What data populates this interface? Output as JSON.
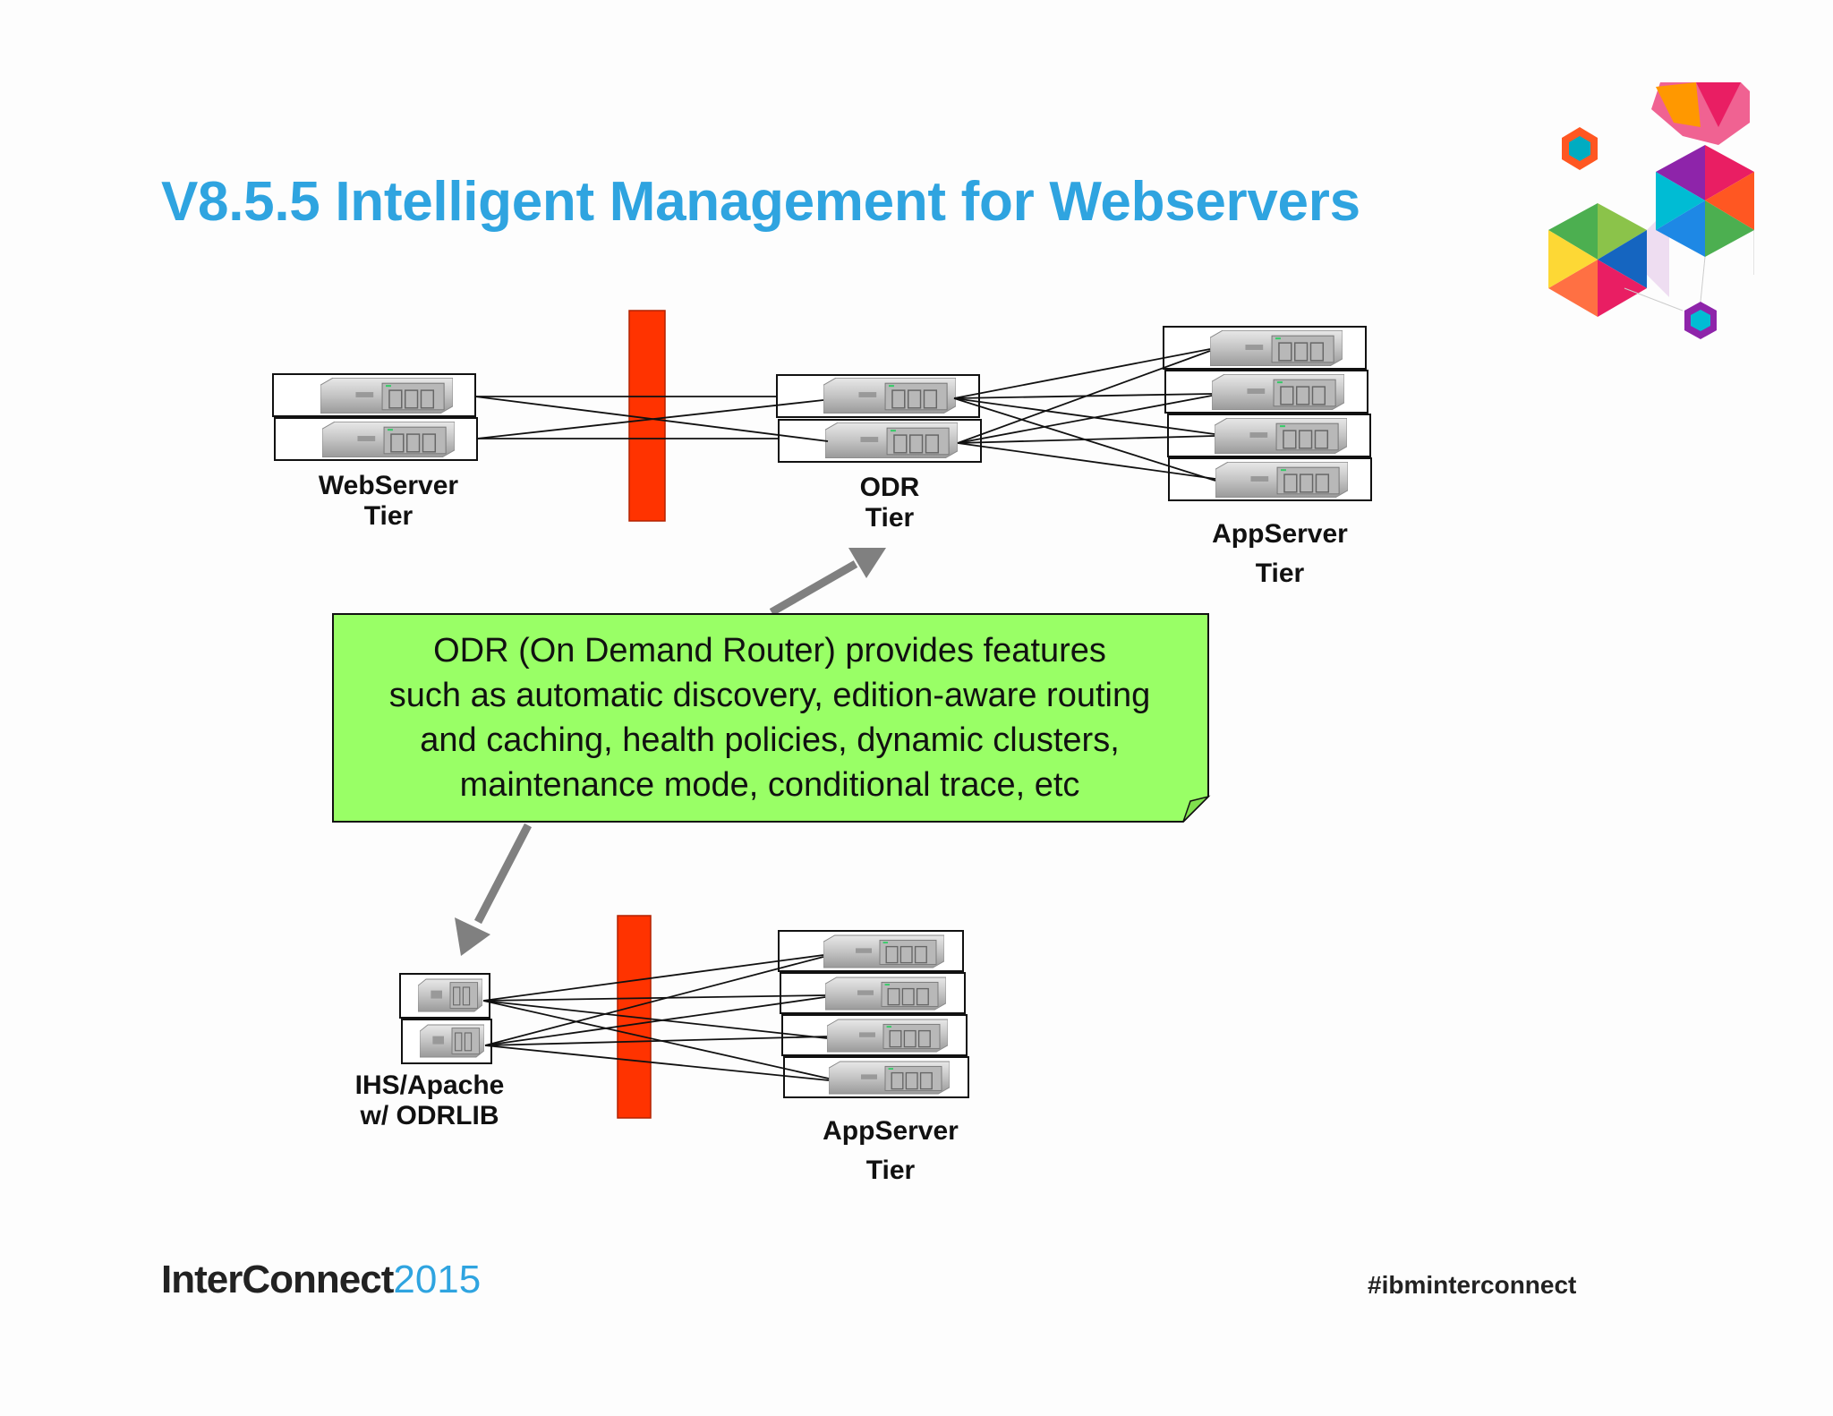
{
  "title": "V8.5.5 Intelligent Management for Webservers",
  "diagram": {
    "top": {
      "webserver_tier": "WebServer\nTier",
      "odr_tier": "ODR\nTier",
      "appserver_tier": "AppServer\nTier"
    },
    "bottom": {
      "ihs_tier": "IHS/Apache\nw/ ODRLIB",
      "appserver_tier": "AppServer\nTier"
    },
    "callout": "ODR (On Demand Router) provides features\nsuch as automatic discovery, edition-aware routing\nand caching, health policies, dynamic clusters,\nmaintenance mode, conditional trace, etc",
    "colors": {
      "firewall": "#ff3300",
      "callout_fill": "#99ff66",
      "arrow": "#808080",
      "title": "#2fa4e0"
    }
  },
  "footer": {
    "brand_name": "InterConnect",
    "brand_year": "2015",
    "hashtag": "#ibminterconnect"
  }
}
